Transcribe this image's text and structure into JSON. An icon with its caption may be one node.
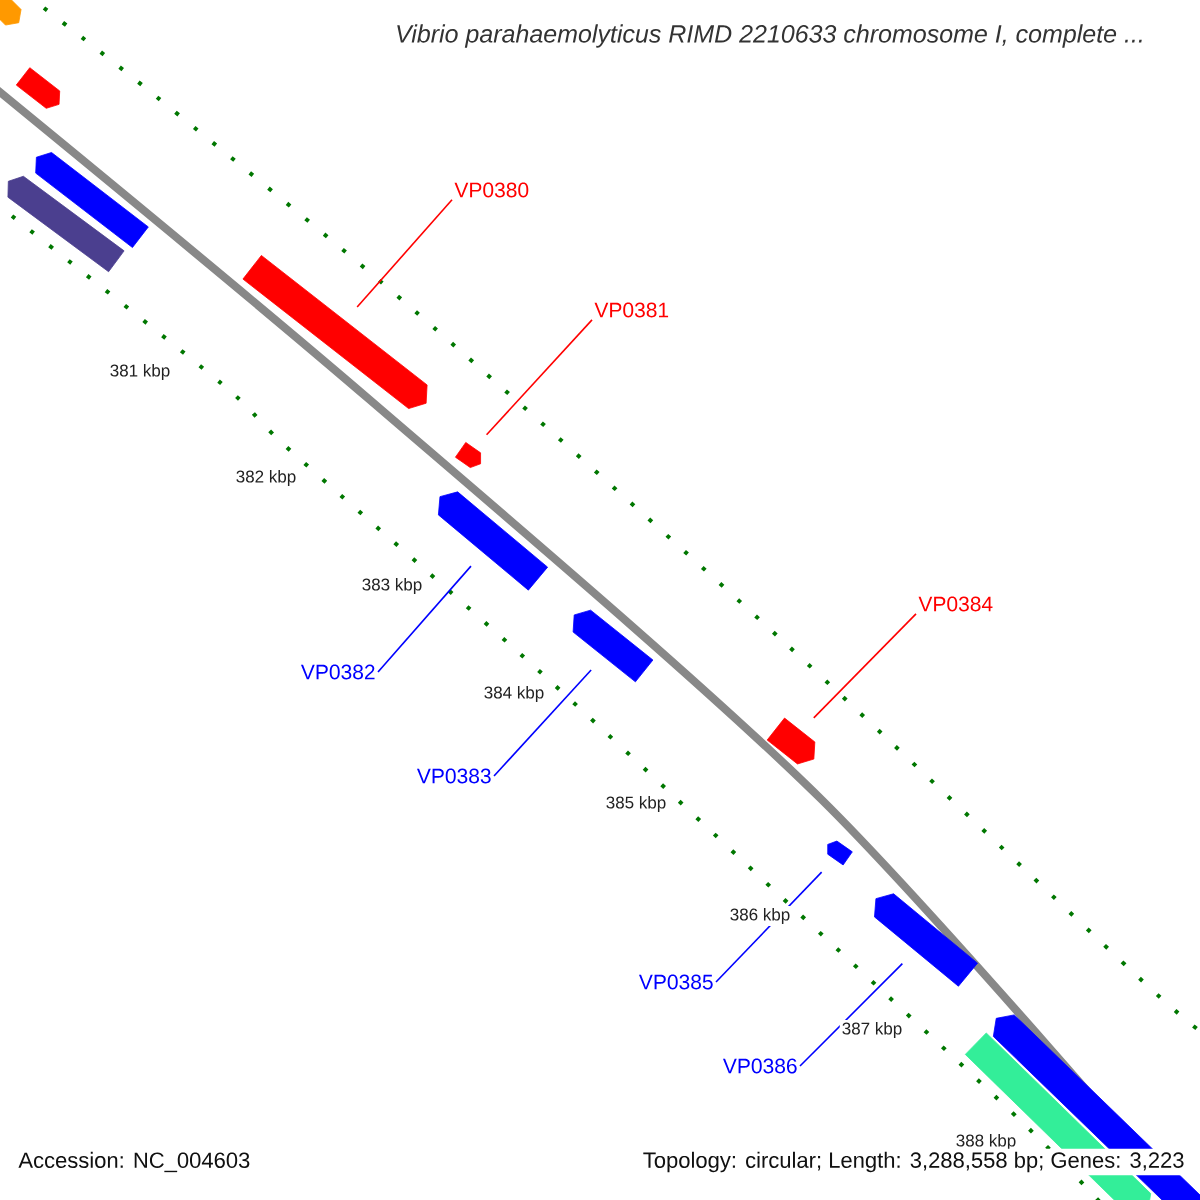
{
  "diagram": {
    "title": "Vibrio parahaemolyticus RIMD 2210633 chromosome I, complete ...",
    "nodes": [
      {
        "text": [],
        "shape": "bar"
      },
      {
        "text": [],
        "shape": "bar"
      },
      {
        "text": [],
        "shape": "bar"
      },
      {
        "text": [],
        "shape": "bar"
      },
      {
        "text": [],
        "shape": "bar"
      },
      {
        "text": [],
        "shape": "bar"
      },
      {
        "text": [],
        "shape": "bar"
      },
      {
        "text": [],
        "shape": "bar"
      },
      {
        "text": [],
        "shape": "bar"
      },
      {
        "text": [],
        "shape": "bar"
      },
      {
        "text": [],
        "shape": "bar"
      },
      {
        "text": [],
        "shape": "bar"
      },
      {
        "text": [],
        "shape": "bar"
      },
      {
        "text": [
          "VP0380"
        ]
      },
      {
        "text": [
          "VP0381"
        ]
      },
      {
        "text": [
          "VP0382"
        ]
      },
      {
        "text": [
          "VP0383"
        ]
      },
      {
        "text": [
          "VP0384"
        ]
      },
      {
        "text": [
          "VP0385"
        ]
      },
      {
        "text": [
          "VP0386"
        ]
      }
    ],
    "edges": [
      {
        "from": 13,
        "to": 4,
        "arrow": "none",
        "color": "#ff0000"
      },
      {
        "from": 14,
        "to": 5,
        "arrow": "none",
        "color": "#ff0000"
      },
      {
        "from": 15,
        "to": 6,
        "arrow": "none"
      },
      {
        "from": 16,
        "to": 7,
        "arrow": "none"
      },
      {
        "from": 17,
        "to": 8,
        "arrow": "none",
        "color": "#ff0000"
      },
      {
        "from": 18,
        "to": 9,
        "arrow": "none"
      },
      {
        "from": 19,
        "to": 10,
        "arrow": "none"
      }
    ],
    "labels": [
      "381 kbp",
      "382 kbp",
      "383 kbp",
      "384 kbp",
      "385 kbp",
      "386 kbp",
      "387 kbp",
      "388 kbp",
      "Accession: NC_004603",
      "Topology: circular; Length: 3,288,558 bp; Genes: 3,223"
    ]
  }
}
